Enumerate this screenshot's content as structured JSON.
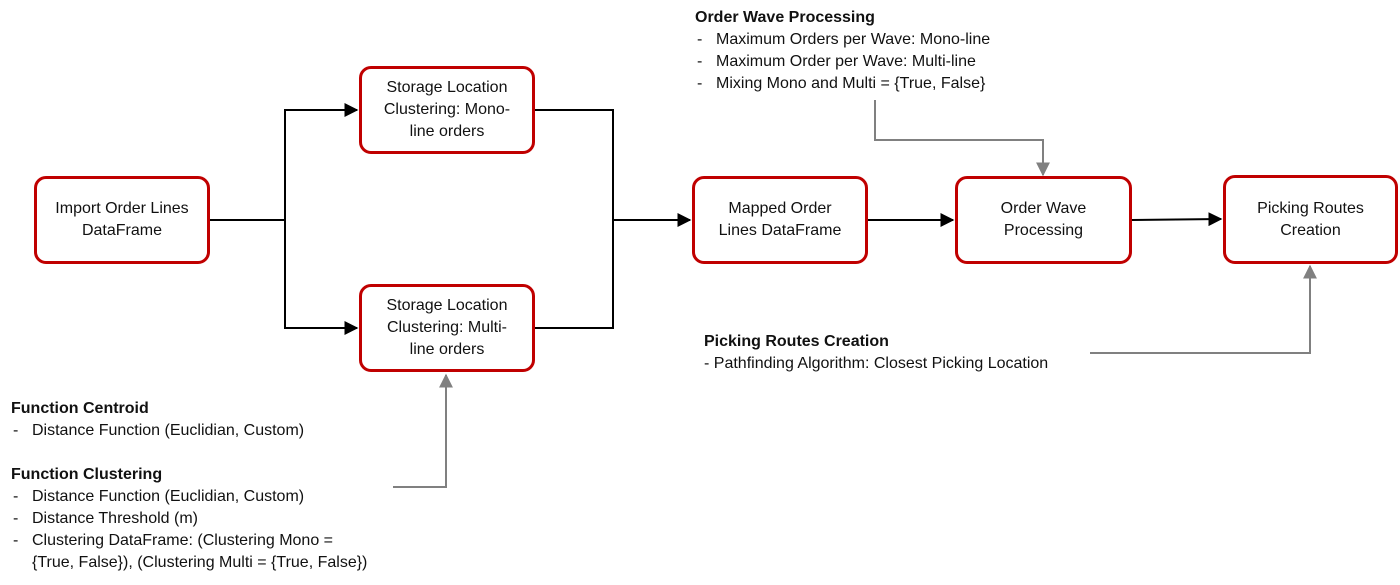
{
  "colors": {
    "node_border": "#c00000",
    "main_line": "#000000",
    "note_line": "#808080"
  },
  "nodes": {
    "import": "Import Order Lines\nDataFrame",
    "mono": "Storage Location\nClustering: Mono-\nline orders",
    "multi": "Storage Location\nClustering: Multi-\nline orders",
    "mapped": "Mapped Order\nLines DataFrame",
    "wave": "Order Wave\nProcessing",
    "routes": "Picking Routes\nCreation"
  },
  "notes": {
    "wave_params": {
      "title": "Order Wave Processing",
      "items": [
        "Maximum Orders per Wave: Mono-line",
        "Maximum Order per Wave: Multi-line",
        "Mixing Mono and Multi = {True, False}"
      ]
    },
    "routes_params": {
      "title": "Picking Routes Creation",
      "line": "- Pathfinding Algorithm: Closest Picking Location"
    },
    "centroid": {
      "title": "Function Centroid",
      "items": [
        "Distance Function (Euclidian, Custom)"
      ]
    },
    "clustering": {
      "title": "Function Clustering",
      "items": [
        "Distance Function (Euclidian, Custom)",
        "Distance Threshold (m)",
        "Clustering DataFrame: (Clustering Mono =",
        "{True, False}), (Clustering Multi = {True, False})"
      ]
    }
  }
}
